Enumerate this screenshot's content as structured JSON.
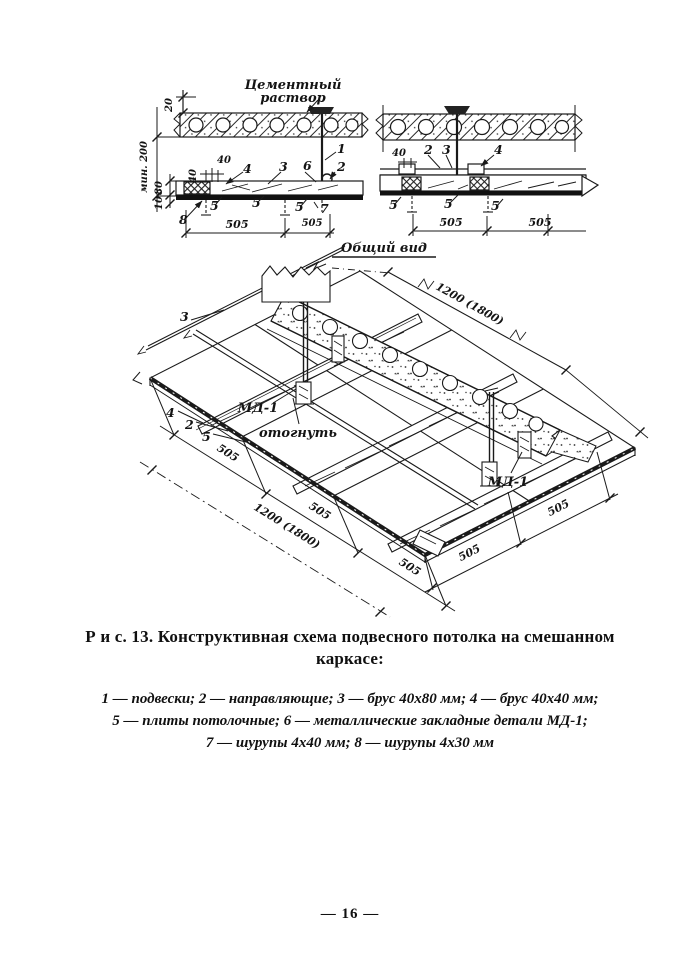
{
  "figure": {
    "caption": {
      "line1": "Р и с. 13. Конструктивная схема подвесного потолка на смешанном",
      "line2": "каркасе:"
    },
    "legend": {
      "line1": "1 — подвески; 2 — направляющие; 3 — брус 40x80 мм; 4 — брус 40x40 мм;",
      "line2": "5 — плиты потолочные; 6 — металлические закладные детали МД-1;",
      "line3": "7 — шурупы 4x40 мм;  8 — шурупы 4x30 мм"
    },
    "general_view": "Общий вид",
    "cement": {
      "line1": "Цементный",
      "line2": "раствор"
    },
    "dims": {
      "d20": "20",
      "min200": "мин. 200",
      "d80": "80",
      "d10": "10",
      "d40": "40",
      "d505": "505",
      "d1200": "1200 (1800)"
    },
    "parts": {
      "n1": "1",
      "n2": "2",
      "n3": "3",
      "n4": "4",
      "n5": "5",
      "n6": "6",
      "n7": "7",
      "n8": "8"
    },
    "md1": "МД-1",
    "bend_note": "отогнуть",
    "ink_color": "#1a1a1a"
  },
  "page": {
    "number": "— 16 —"
  }
}
